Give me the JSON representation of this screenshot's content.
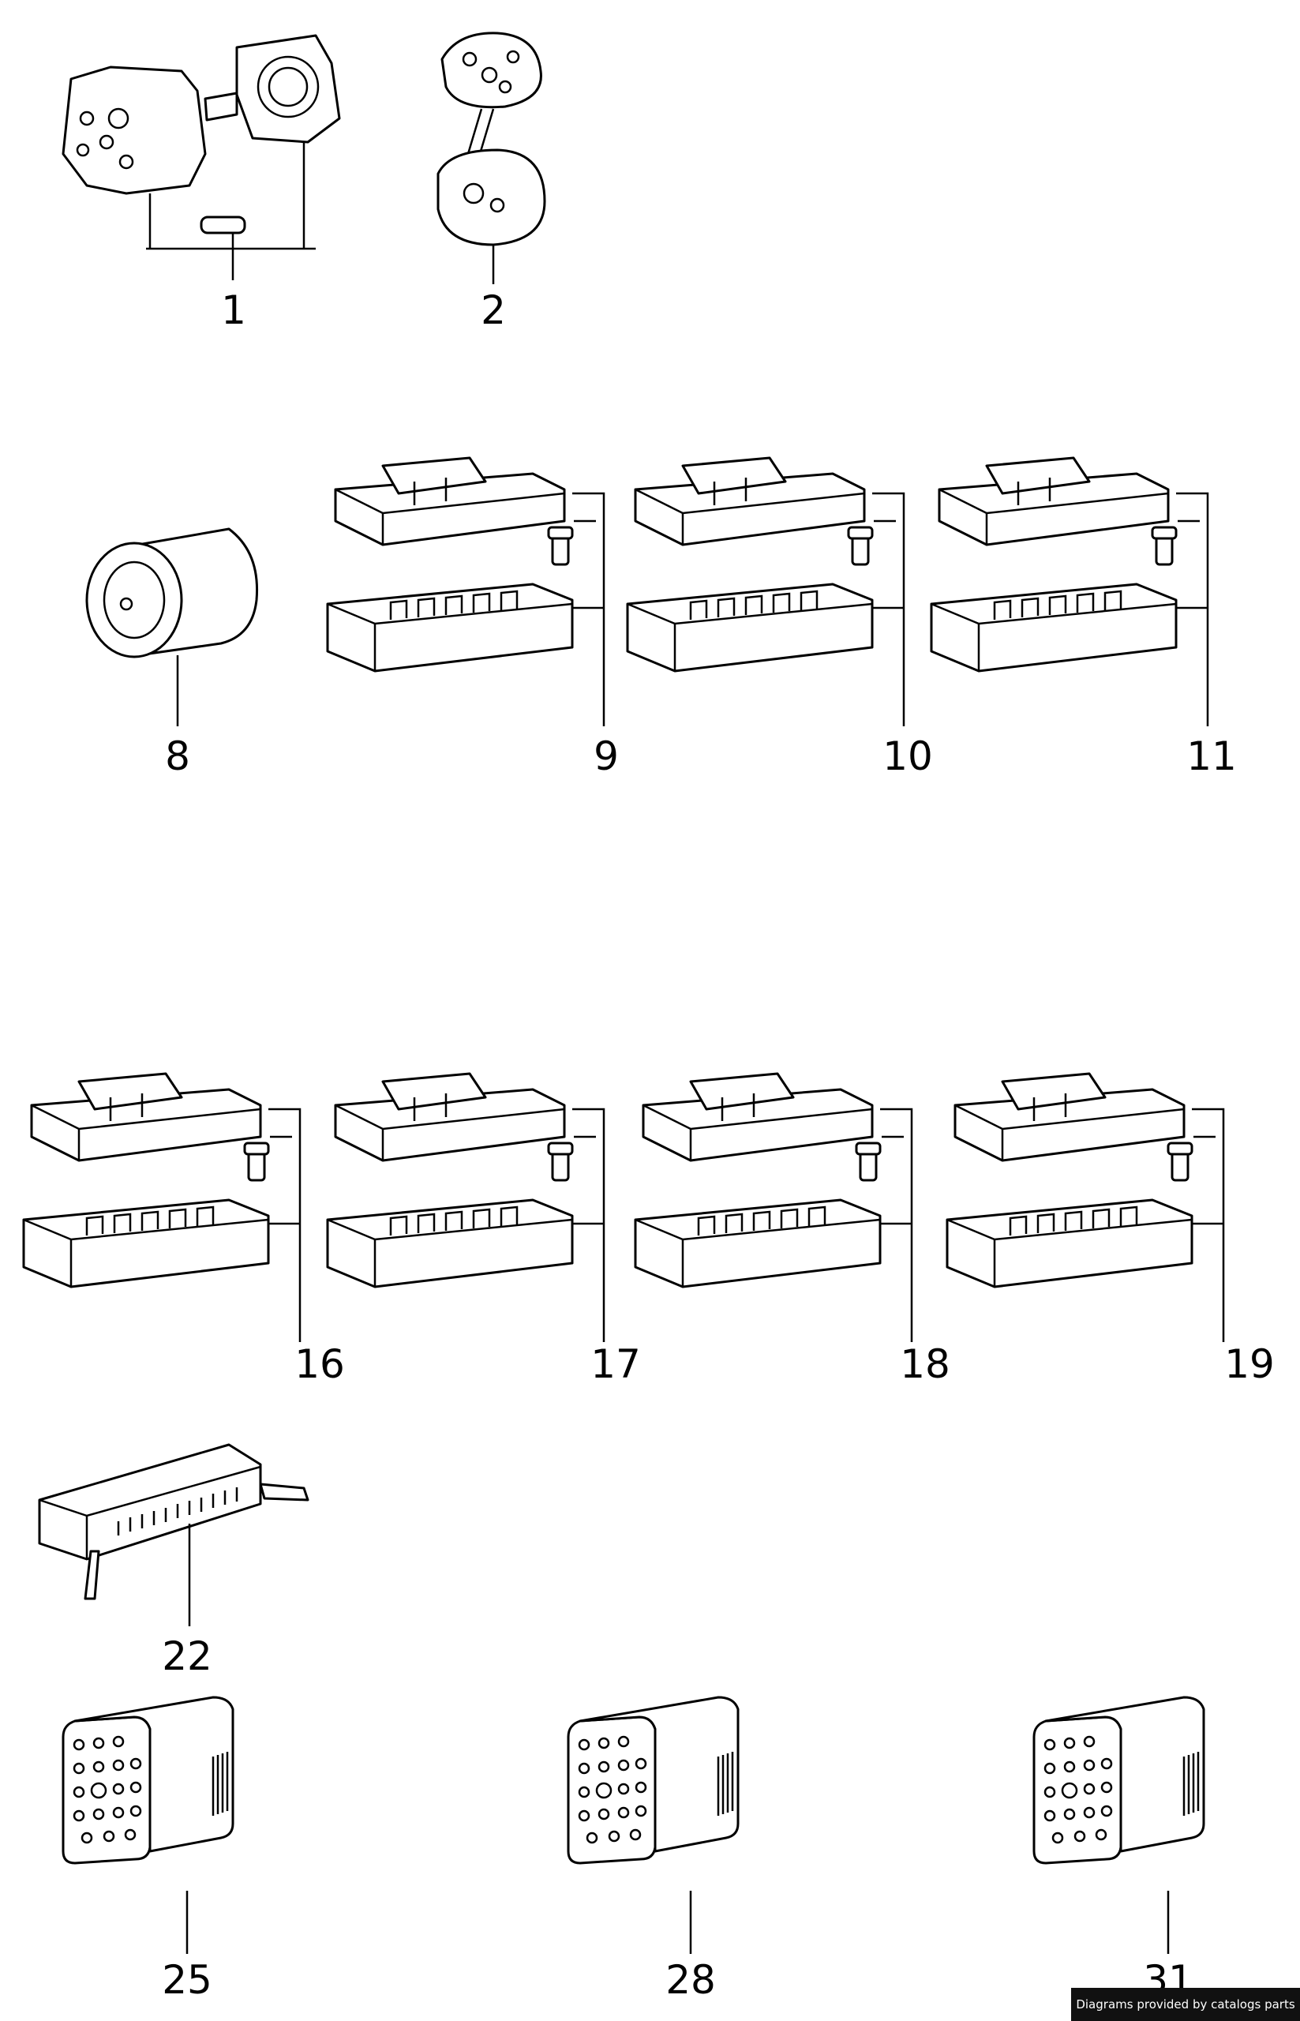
{
  "callouts": {
    "p1": "1",
    "p2": "2",
    "p8": "8",
    "p9": "9",
    "p10": "10",
    "p11": "11",
    "p16": "16",
    "p17": "17",
    "p18": "18",
    "p19": "19",
    "p22": "22",
    "p25": "25",
    "p28": "28",
    "p31": "31"
  },
  "credit": "Diagrams provided by catalogs parts"
}
